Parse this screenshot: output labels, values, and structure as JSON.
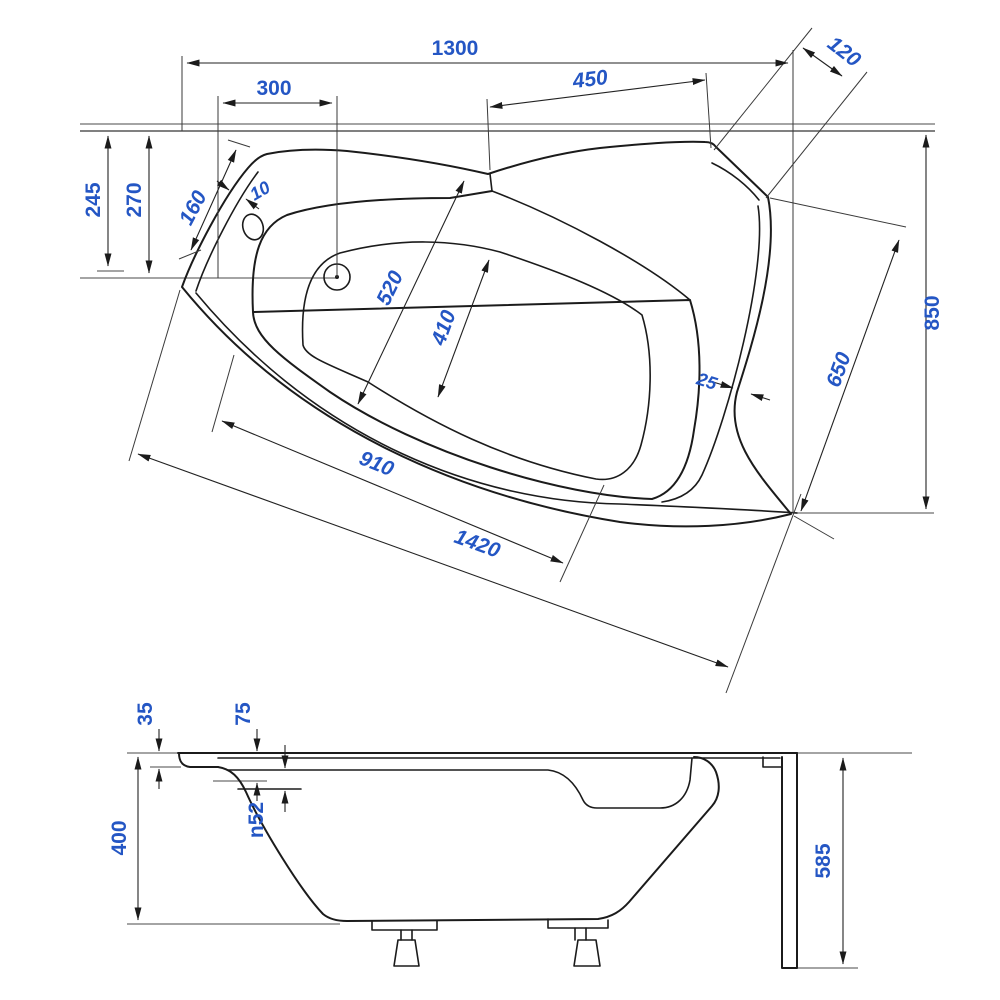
{
  "drawing_title": "corner-bathtub-technical-drawing",
  "colors": {
    "dimension_text": "#2456c4",
    "outline": "#1b1b1b",
    "dimension_line": "#222222",
    "reference_line": "#6e6e6e",
    "background": "#ffffff"
  },
  "top_view": {
    "overall_width": "1300",
    "corner_cut": "120",
    "drain_from_left": "300",
    "seat_edge": "450",
    "wall_to_overflow": "245",
    "wall_to_drain": "270",
    "headrest_rim": "160",
    "rim_gap": "10",
    "interior_width": "520",
    "floor_width": "410",
    "overall_depth": "850",
    "right_side": "650",
    "rim_band_right": "25",
    "floor_chord": "910",
    "front_edge_chord": "1420"
  },
  "side_view": {
    "rim_thickness": "35",
    "drain_depth": "75",
    "drain_diameter": "n52",
    "shell_depth": "400",
    "overall_height": "585"
  }
}
